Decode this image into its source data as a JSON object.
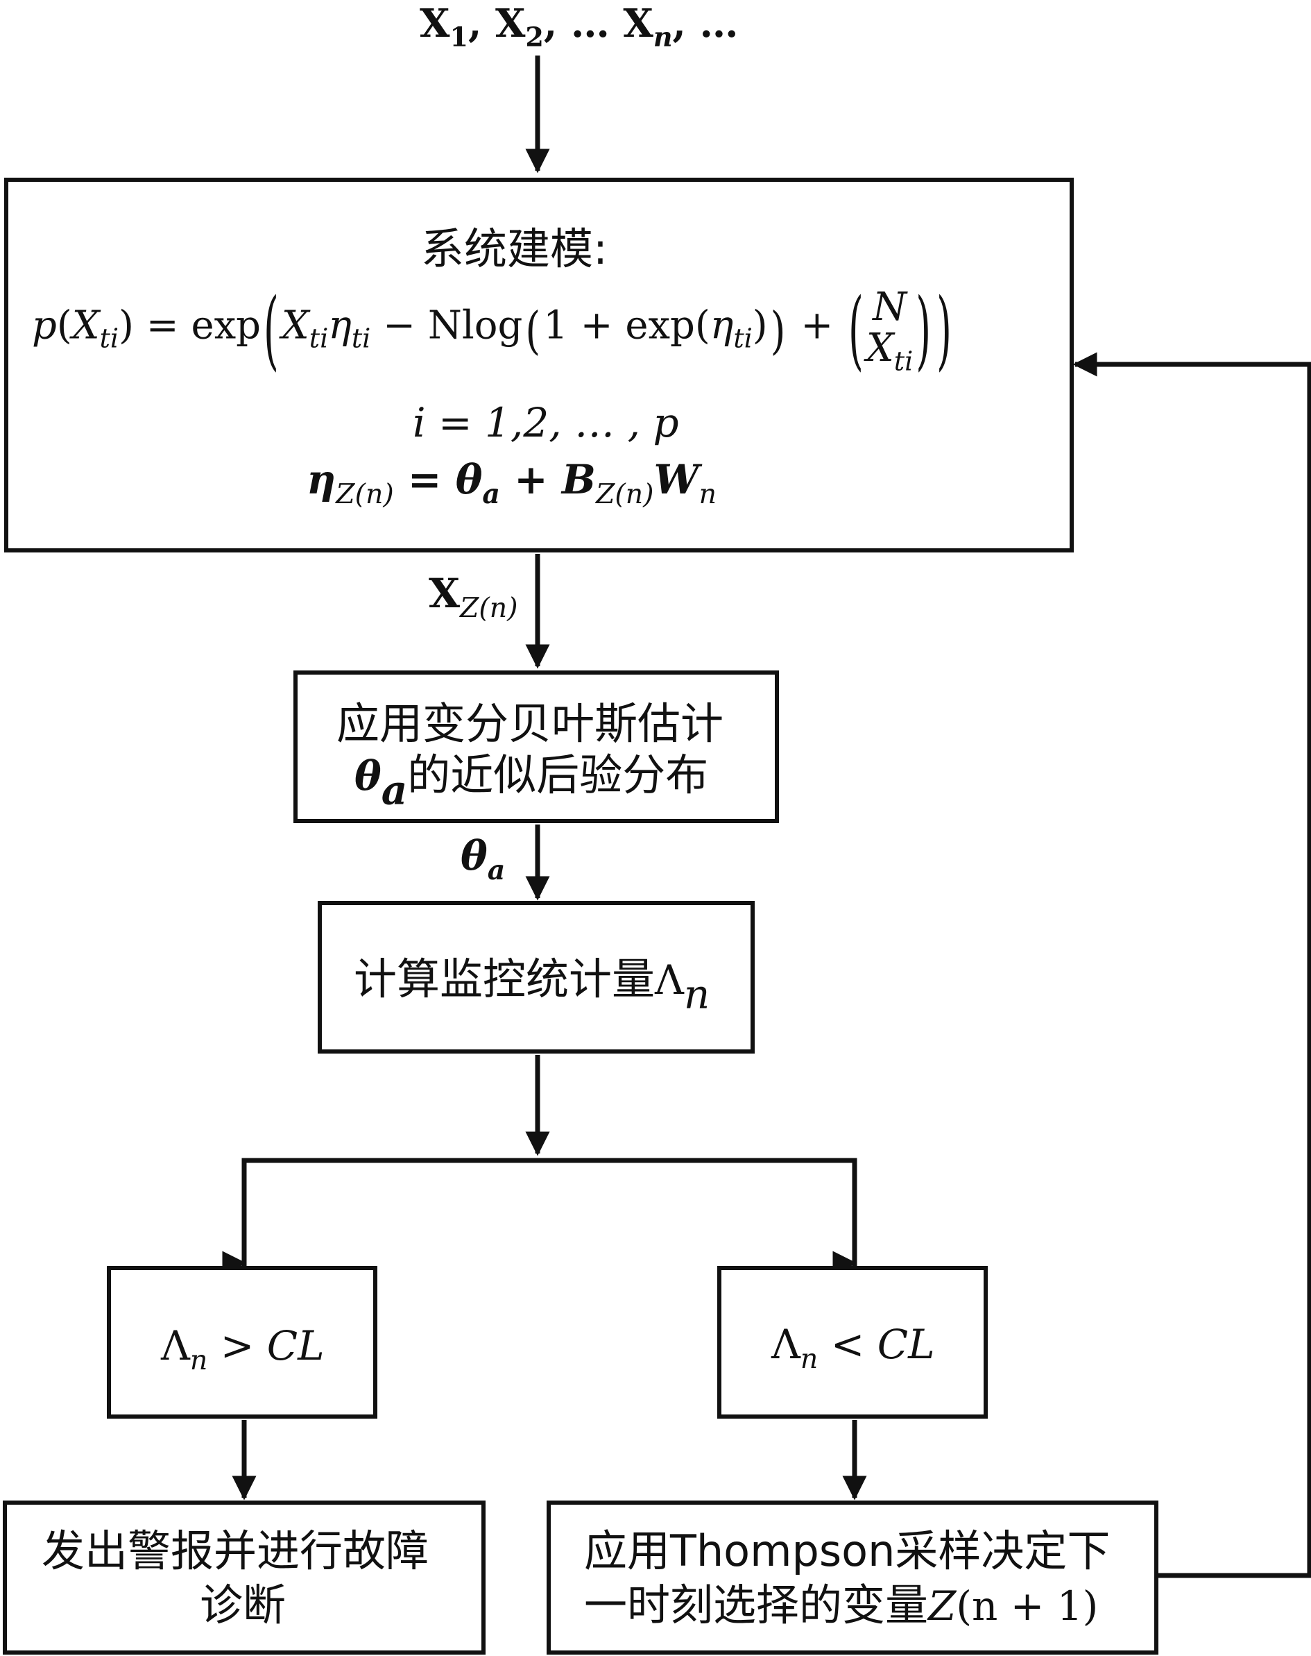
{
  "input": {
    "x1": "X",
    "x1_sub": "1",
    "x2": "X",
    "x2_sub": "2",
    "xn": "X",
    "xn_sub": "n",
    "sep1": ", ",
    "sep2": ", … ",
    "trail": ", …"
  },
  "model_box": {
    "title": "系统建模:",
    "eq_p": "p",
    "eq_x": "X",
    "eq_ti": "ti",
    "eq_eq_exp": ") = exp",
    "eq_eta": "η",
    "eq_minus_n": " − N",
    "eq_log": "log",
    "eq_one_plus_exp": "1 + exp(",
    "eq_close": ")",
    "eq_plus": " + ",
    "binom_top": "N",
    "range": "i = 1,2, … , p",
    "eta_def_lhs": "η",
    "eta_def_sub": "Z(n)",
    "eta_def_eq": " = ",
    "theta": "θ",
    "theta_sub": "a",
    "plus": " + ",
    "b": "B",
    "b_sub": "Z(n)",
    "w": "W",
    "w_sub": "n"
  },
  "edge_xz": {
    "x": "X",
    "sub": "Z(n)"
  },
  "vb_box": {
    "line1": "应用变分贝叶斯估计",
    "theta": "θ",
    "theta_sub": "a",
    "line2_rest": "的近似后验分布"
  },
  "edge_theta": {
    "theta": "θ",
    "sub": "a"
  },
  "stat_box": {
    "text": "计算监控统计量",
    "lambda": "Λ",
    "sub": "n"
  },
  "gt_box": {
    "lambda": "Λ",
    "sub": "n",
    "op": " > ",
    "cl": "CL"
  },
  "lt_box": {
    "lambda": "Λ",
    "sub": "n",
    "op": " < ",
    "cl": "CL"
  },
  "alarm_box": {
    "line1": "发出警报并进行故障",
    "line2": "诊断"
  },
  "thompson_box": {
    "line1": "应用Thompson采样决定下",
    "line2_text": "一时刻选择的变量",
    "z": "Z",
    "arg": "(n + 1)"
  }
}
